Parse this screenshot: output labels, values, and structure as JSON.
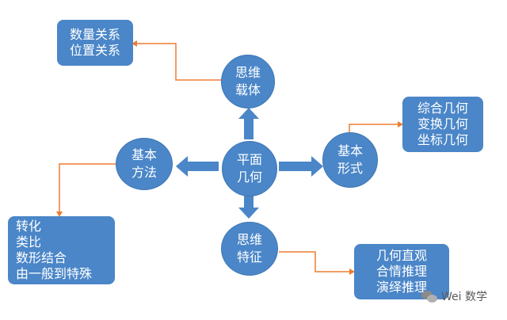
{
  "colors": {
    "node_fill": "#4a86c8",
    "arrow_fill": "#4a86c8",
    "connector": "#ed7d31",
    "text": "#ffffff"
  },
  "center": {
    "line1": "平面",
    "line2": "几何"
  },
  "top_node": {
    "line1": "思维",
    "line2": "载体"
  },
  "left_node": {
    "line1": "基本",
    "line2": "方法"
  },
  "right_node": {
    "line1": "基本",
    "line2": "形式"
  },
  "bottom_node": {
    "line1": "思维",
    "line2": "特征"
  },
  "top_box": {
    "lines": [
      "数量关系",
      "位置关系"
    ]
  },
  "right_box": {
    "lines": [
      "综合几何",
      "变换几何",
      "坐标几何"
    ]
  },
  "left_box": {
    "lines": [
      "转化",
      "类比",
      "数形结合",
      "由一般到特殊"
    ]
  },
  "bottom_box": {
    "lines": [
      "几何直观",
      "合情推理",
      "演绎推理"
    ]
  },
  "watermark": {
    "icon": "wechat-icon",
    "text": "Wei 数学"
  }
}
